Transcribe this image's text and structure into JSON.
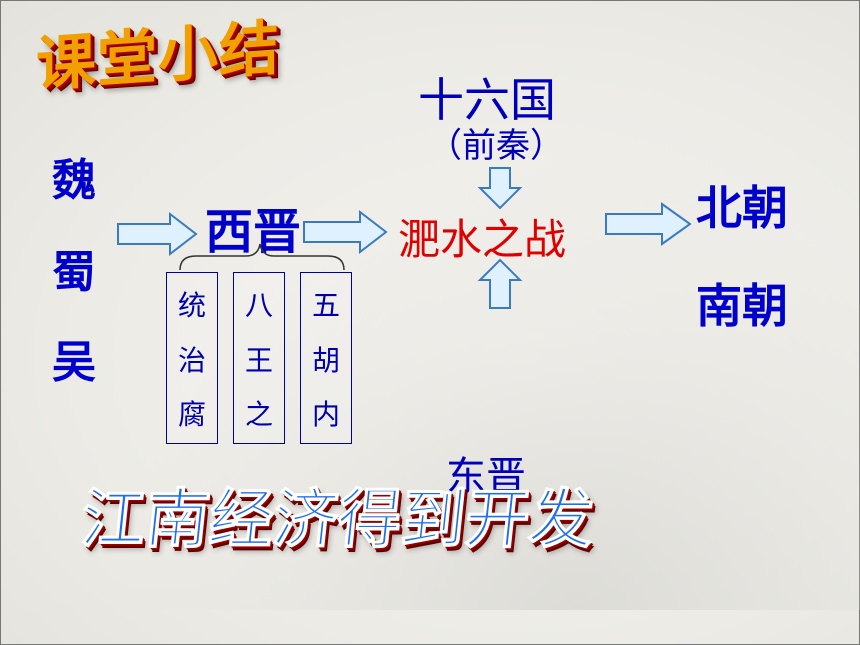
{
  "slide": {
    "title": "课堂小结",
    "three_kingdoms": [
      "魏",
      "蜀",
      "吴"
    ],
    "western_jin": "西晋",
    "sixteen_kingdoms": "十六国",
    "former_qin": "（前秦）",
    "battle": "淝水之战",
    "eastern_jin": "东晋",
    "northern_dynasties": "北朝",
    "southern_dynasties": "南朝",
    "causes": [
      {
        "text": "统治腐败"
      },
      {
        "text": "八王之乱"
      },
      {
        "text": "五胡内迁"
      }
    ],
    "slogan": "江南经济得到开发"
  },
  "colors": {
    "title": "#f0a000",
    "primary_text": "#0000cc",
    "battle_text": "#e00000",
    "slogan": "#1e6ef0",
    "arrow_fill": "#dff0ff",
    "arrow_stroke": "#3a7bbf"
  }
}
